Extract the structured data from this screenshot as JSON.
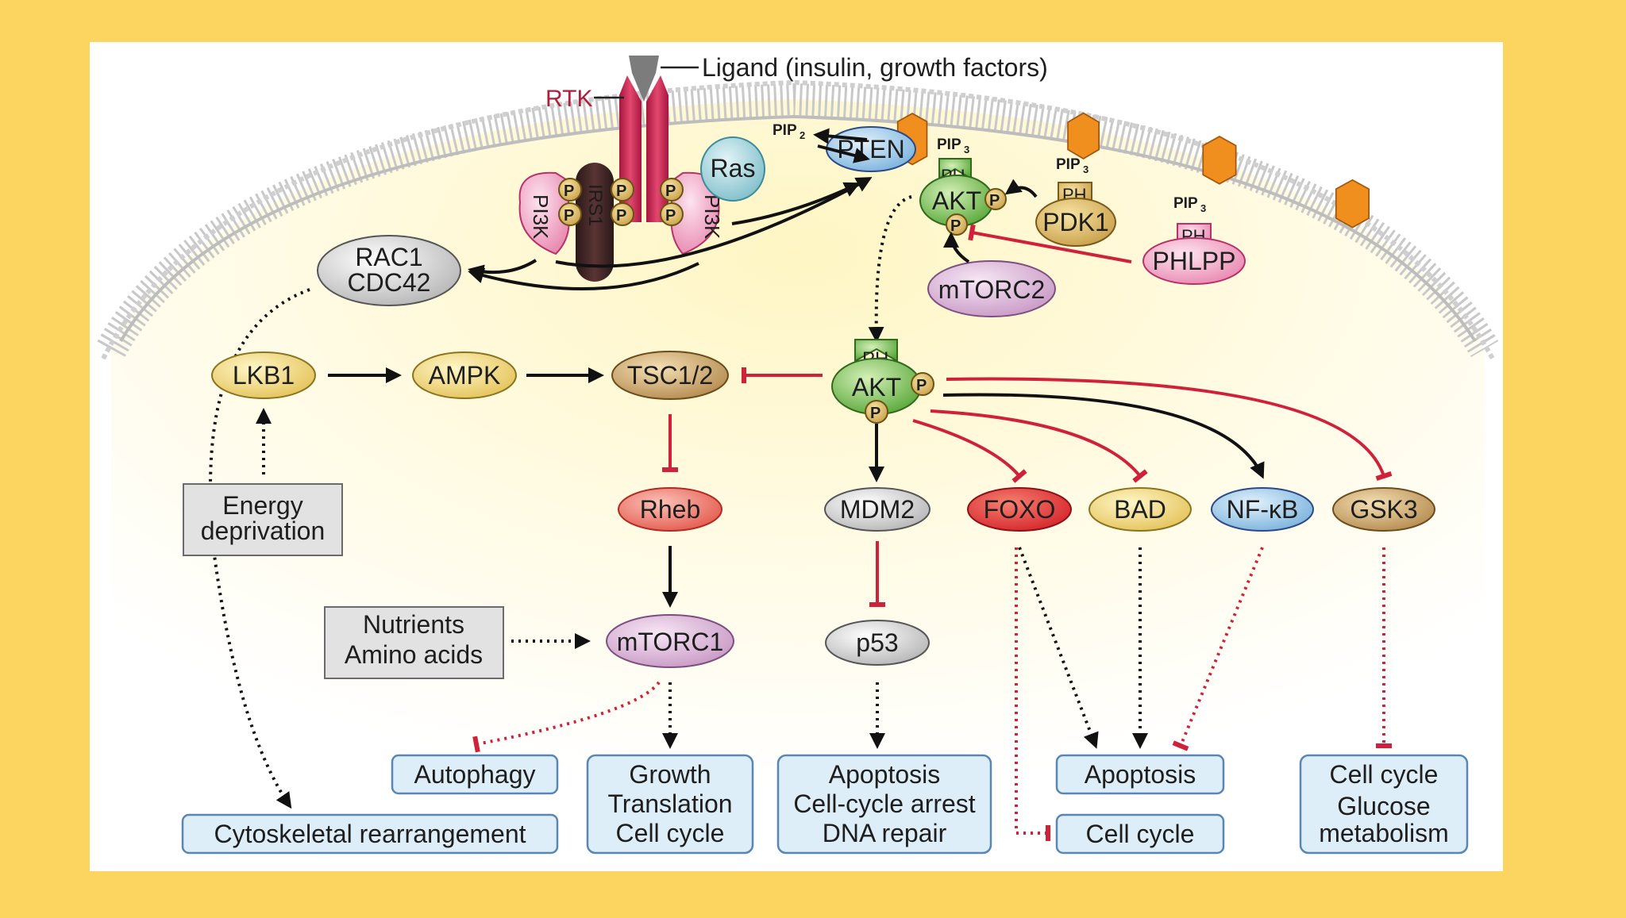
{
  "ligand": "Ligand (insulin, growth factors)",
  "rtk": "RTK",
  "irs1": "IRS1",
  "pi3k": "PI3K",
  "p": "P",
  "ph": "PH",
  "pip2": "PIP",
  "pip2_sub": "2",
  "pip3": "PIP",
  "pip3_sub": "3",
  "nodes": {
    "ras": "Ras",
    "pten": "PTEN",
    "akt": "AKT",
    "pdk1": "PDK1",
    "phlpp": "PHLPP",
    "mtorc2": "mTORC2",
    "rac1": "RAC1",
    "cdc42": "CDC42",
    "lkb1": "LKB1",
    "ampk": "AMPK",
    "tsc": "TSC1/2",
    "rheb": "Rheb",
    "mtorc1": "mTORC1",
    "mdm2": "MDM2",
    "p53": "p53",
    "foxo": "FOXO",
    "bad": "BAD",
    "nfkb": "NF-κB",
    "gsk3": "GSK3"
  },
  "boxes": {
    "energy": [
      "Energy",
      "deprivation"
    ],
    "nutrients": [
      "Nutrients",
      "Amino acids"
    ]
  },
  "outcomes": {
    "autophagy": "Autophagy",
    "cytoskeletal": "Cytoskeletal rearrangement",
    "growth": [
      "Growth",
      "Translation",
      "Cell cycle"
    ],
    "apoptosis_p53": [
      "Apoptosis",
      "Cell-cycle arrest",
      "DNA repair"
    ],
    "apoptosis": "Apoptosis",
    "cellcycle": "Cell cycle",
    "gsk3_out": [
      "Cell cycle",
      "Glucose",
      "metabolism"
    ]
  },
  "colors": {
    "background": "#fcd560",
    "panel": "#ffffff",
    "inhibit": "#d0213a",
    "activate": "#111111",
    "rtk": "#cc2a55",
    "outcome_fill": "#ddeef8",
    "outcome_border": "#5a86b4"
  }
}
